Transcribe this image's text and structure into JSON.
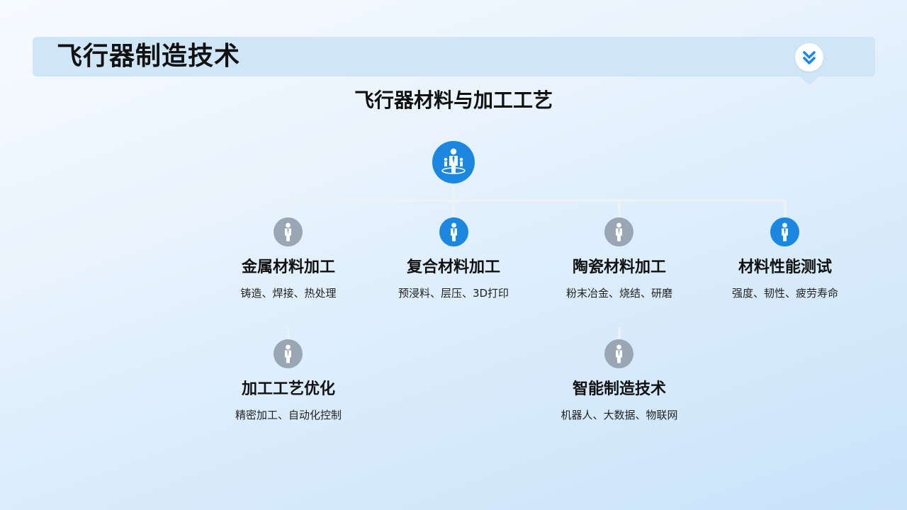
{
  "header": {
    "title": "飞行器制造技术"
  },
  "diagram": {
    "title": "飞行器材料与加工工艺",
    "nodes": [
      {
        "title": "金属材料加工",
        "desc": "铸造、焊接、热处理",
        "icon": "person-icon",
        "icon_color": "#9aa6b4"
      },
      {
        "title": "复合材料加工",
        "desc": "预浸料、层压、3D打印",
        "icon": "person-icon",
        "icon_color": "#1b87e0"
      },
      {
        "title": "陶瓷材料加工",
        "desc": "粉末冶金、烧结、研磨",
        "icon": "person-icon",
        "icon_color": "#9aa6b4"
      },
      {
        "title": "材料性能测试",
        "desc": "强度、韧性、疲劳寿命",
        "icon": "person-icon",
        "icon_color": "#1b87e0"
      },
      {
        "title": "加工工艺优化",
        "desc": "精密加工、自动化控制",
        "icon": "person-icon",
        "icon_color": "#9aa6b4"
      },
      {
        "title": "智能制造技术",
        "desc": "机器人、大数据、物联网",
        "icon": "person-icon",
        "icon_color": "#9aa6b4"
      }
    ],
    "root_icon": "team-leader-icon",
    "accent_color": "#1b87e0"
  }
}
